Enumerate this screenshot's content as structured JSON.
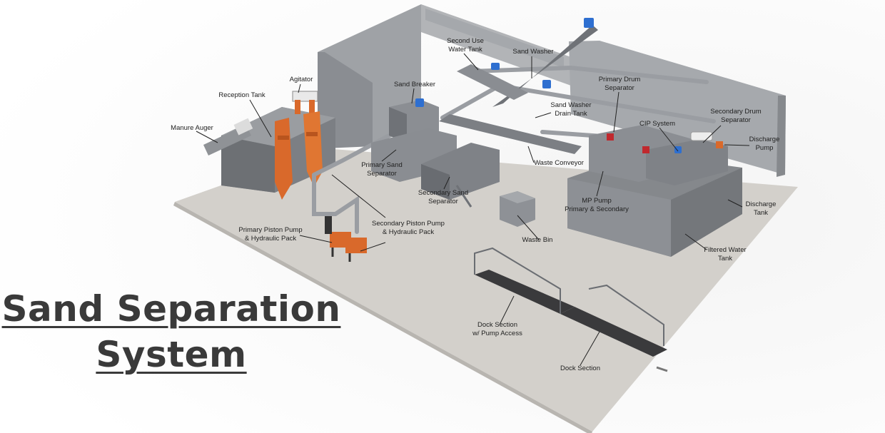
{
  "title": {
    "line1": "Sand Separation ",
    "line2": "System"
  },
  "labels": {
    "agitator": "Agitator",
    "reception_tank": "Reception Tank",
    "manure_auger": "Manure Auger",
    "primary_piston_pump": "Primary Piston Pump\n& Hydraulic Pack",
    "secondary_piston_pump": "Secondary Piston Pump\n& Hydraulic Pack",
    "sand_breaker": "Sand Breaker",
    "primary_sand_separator": "Primary Sand\nSeparator",
    "secondary_sand_separator": "Secondary Sand\nSeparator",
    "second_use_water_tank": "Second Use\nWater Tank",
    "sand_washer": "Sand Washer",
    "sand_washer_drain_tank": "Sand Washer\nDrain Tank",
    "waste_conveyor": "Waste Conveyor",
    "waste_bin": "Waste Bin",
    "primary_drum_separator": "Primary Drum\nSeparator",
    "cip_system": "CIP System",
    "secondary_drum_separator": "Secondary Drum\nSeparator",
    "discharge_pump": "Discharge\nPump",
    "mp_pump": "MP Pump\nPrimary & Secondary",
    "discharge_tank": "Discharge\nTank",
    "filtered_water_tank": "Filtered Water\nTank",
    "dock_section_pump_access": "Dock Section\nw/ Pump Access",
    "dock_section": "Dock Section"
  },
  "colors": {
    "floor": "#d3d0cb",
    "wall": "#9c9fa3",
    "equipment": "#8e9196",
    "orange": "#d9692b",
    "blue": "#2e6fd0",
    "red": "#c0292e",
    "dock": "#3a3a3c"
  }
}
